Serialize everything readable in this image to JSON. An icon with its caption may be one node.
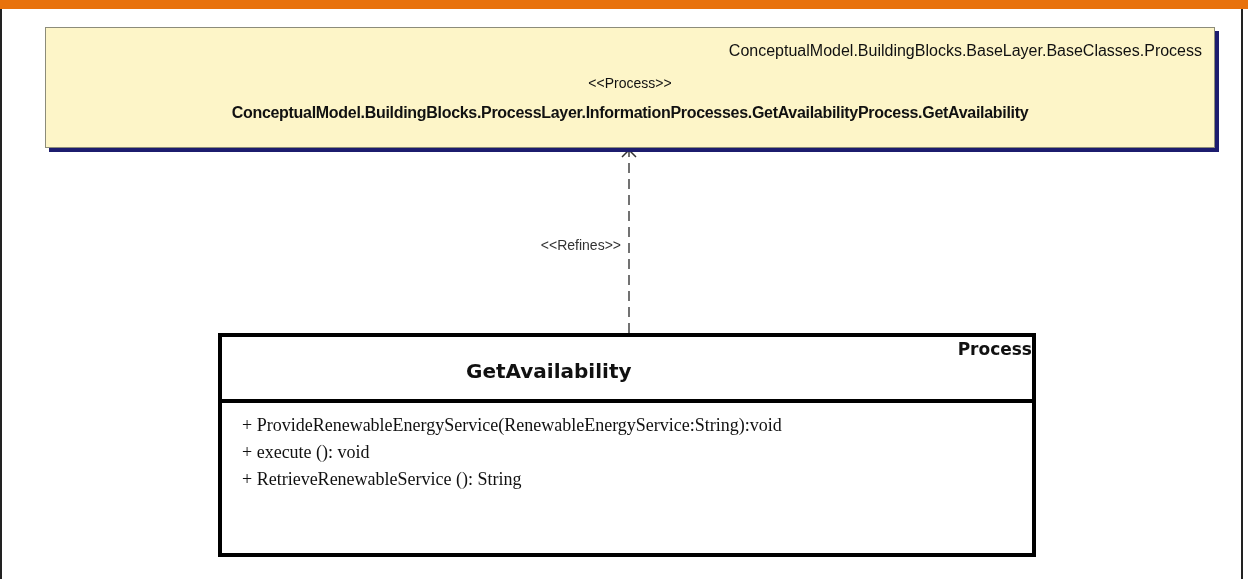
{
  "diagram": {
    "nodes": [
      {
        "text": [
          "ConceptualModel.BuildingBlocks.BaseLayer.BaseClasses.Process",
          "<<Process>>",
          "ConceptualModel.BuildingBlocks.ProcessLayer.InformationProcesses.GetAvailabilityProcess.GetAvailability"
        ]
      },
      {
        "text": [
          "GetAvailability",
          "Process",
          "+ ProvideRenewableEnergyService(RenewableEnergyService:String):void",
          "+ execute (): void",
          "+ RetrieveRenewableService (): String"
        ]
      }
    ],
    "edges": [
      {
        "from": 1,
        "to": 0,
        "arrow": "to",
        "style": "dashed",
        "label": "<<Refines>>"
      }
    ]
  }
}
